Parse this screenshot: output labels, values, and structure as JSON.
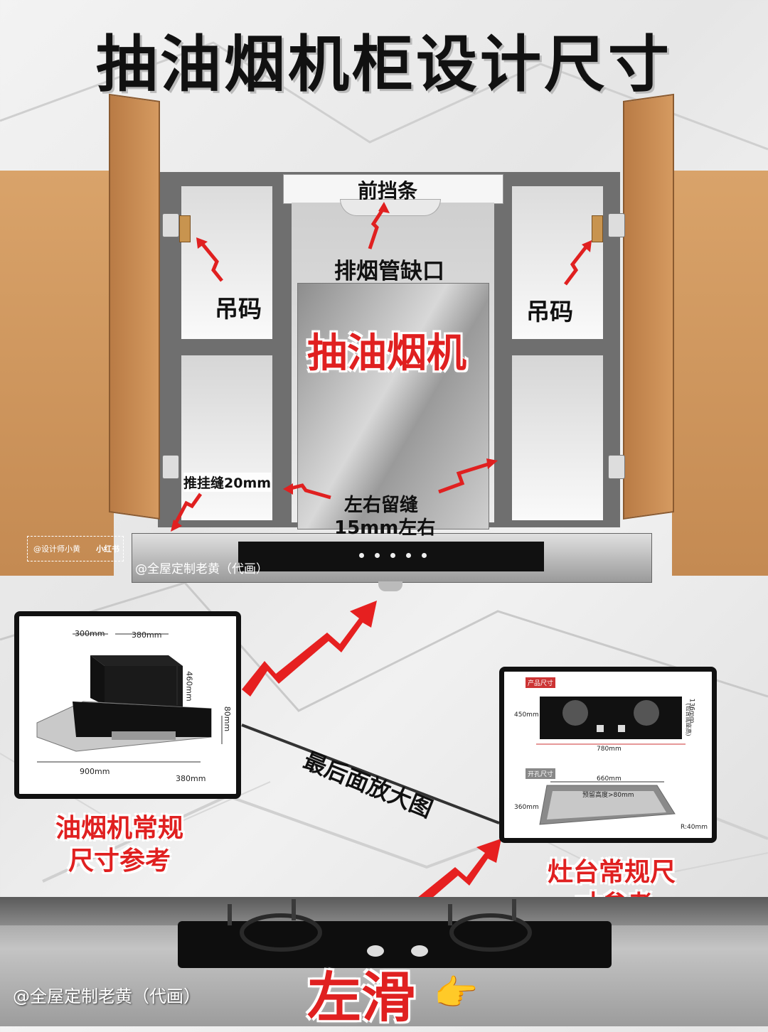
{
  "title": "抽油烟机柜设计尺寸",
  "labels": {
    "front_strip": "前挡条",
    "duct_notch": "排烟管缺口",
    "hanger_left": "吊码",
    "hanger_right": "吊码",
    "range_hood": "抽油烟机",
    "hinge_gap": "推挂缝20mm",
    "side_gap_line1": "左右留缝",
    "side_gap_line2": "15mm左右",
    "enlarge_note": "最后面放大图",
    "hood_ref_line1": "油烟机常规",
    "hood_ref_line2": "尺寸参考",
    "stove_ref_line1": "灶台常规尺",
    "stove_ref_line2": "寸参考",
    "swipe": "左滑",
    "swipe_emoji": "👉"
  },
  "watermarks": {
    "mid": "@全屋定制老黄（代画）",
    "bottom": "@全屋定制老黄（代画）",
    "small_tag": "@设计师小黄",
    "small_brand": "小红书"
  },
  "hood_diagram": {
    "top_depth": "300mm",
    "top_width": "380mm",
    "height": "460mm",
    "panel_height": "80mm",
    "width": "900mm",
    "depth": "380mm"
  },
  "stove_diagram": {
    "tag_product": "产品尺寸",
    "depth": "450mm",
    "width": "780mm",
    "height": "136mm",
    "height_note": "(包含底座高)",
    "tag_cutout": "开孔尺寸",
    "cut_width": "660mm",
    "cut_depth": "360mm",
    "reserve_height": "预留高度>80mm",
    "radius": "R:40mm"
  },
  "colors": {
    "accent_red": "#e02020",
    "wood": "#d59a60",
    "cabinet_frame": "#6f6f6f"
  }
}
